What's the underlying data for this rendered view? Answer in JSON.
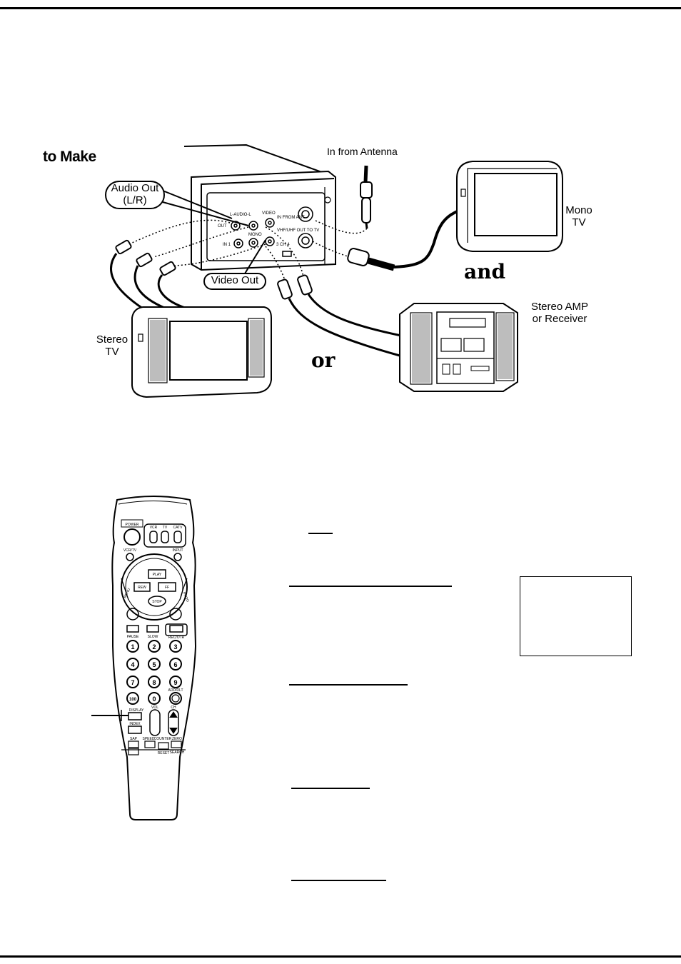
{
  "page_title": "to Make",
  "connection_diagram": {
    "label_audio_out_line1": "Audio Out",
    "label_audio_out_line2": "(L/R)",
    "label_video_out": "Video Out",
    "label_in_from_antenna": "In from Antenna",
    "label_mono_line1": "Mono",
    "label_mono_line2": "TV",
    "label_stereo_line1": "Stereo",
    "label_stereo_line2": "TV",
    "label_amp_line1": "Stereo AMP",
    "label_amp_line2": "or Receiver",
    "word_and": "and",
    "word_or": "or",
    "panel_labels": {
      "audio": "L-AUDIO-L",
      "video": "VIDEO",
      "in_from_ant": "IN FROM ANT.",
      "out_to_tv": "VHF/UHF OUT TO TV",
      "out": "OUT",
      "mono": "MONO",
      "in1": "IN 1",
      "ch": "3 CH 4"
    }
  },
  "remote": {
    "buttons": {
      "power": "POWER",
      "vcr": "VCR",
      "tv": "TV",
      "catv": "CATV",
      "vcr_tv": "VCR/TV",
      "input": "INPUT",
      "play": "PLAY",
      "rew": "REW",
      "ff": "FF",
      "stop": "STOP",
      "menu": "MENU",
      "prog": "PROG",
      "pause": "PAUSE",
      "slow": "SLOW",
      "rec": "REC/OTR",
      "digits": [
        "1",
        "2",
        "3",
        "4",
        "5",
        "6",
        "7",
        "8",
        "9",
        "100",
        "0"
      ],
      "add_dlt": "ADD/DLT",
      "display": "DISPLAY",
      "vol": "VOL",
      "ch": "CH",
      "index": "INDEX",
      "sap": "SAP",
      "speed": "SPEED",
      "counter": "COUNTER",
      "zero": "ZERO",
      "reset": "RESET",
      "search": "SEARCH"
    }
  },
  "colors": {
    "ink": "#000000",
    "paper": "#ffffff",
    "screen_gray": "#d9d9d9"
  }
}
